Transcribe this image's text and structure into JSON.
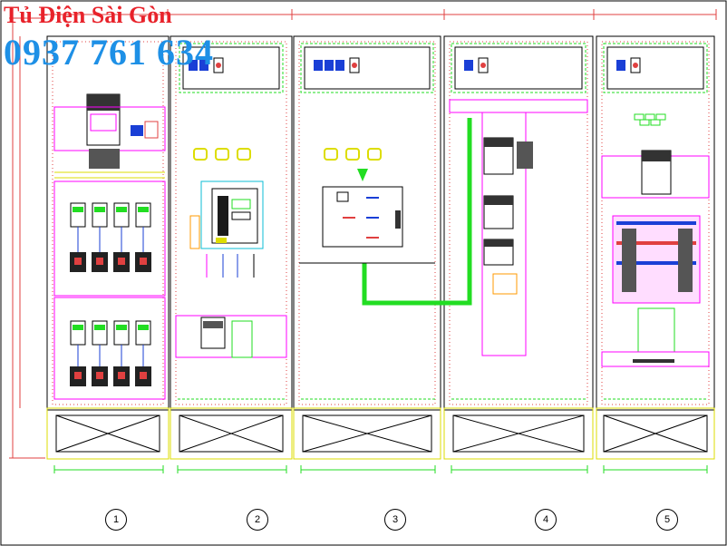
{
  "watermark": {
    "company": "Tủ Điện Sài Gòn",
    "phone": "0937 761 634",
    "company_color": "#e8222a",
    "phone_color": "#1e90e6"
  },
  "panels": [
    {
      "number": "1"
    },
    {
      "number": "2"
    },
    {
      "number": "3"
    },
    {
      "number": "4"
    },
    {
      "number": "5"
    }
  ],
  "colors": {
    "busbar": "#22dd22",
    "dimension": "#dddd00",
    "outline": "#000000",
    "frame_dots": "#e04040",
    "device": "#ff00ff"
  }
}
